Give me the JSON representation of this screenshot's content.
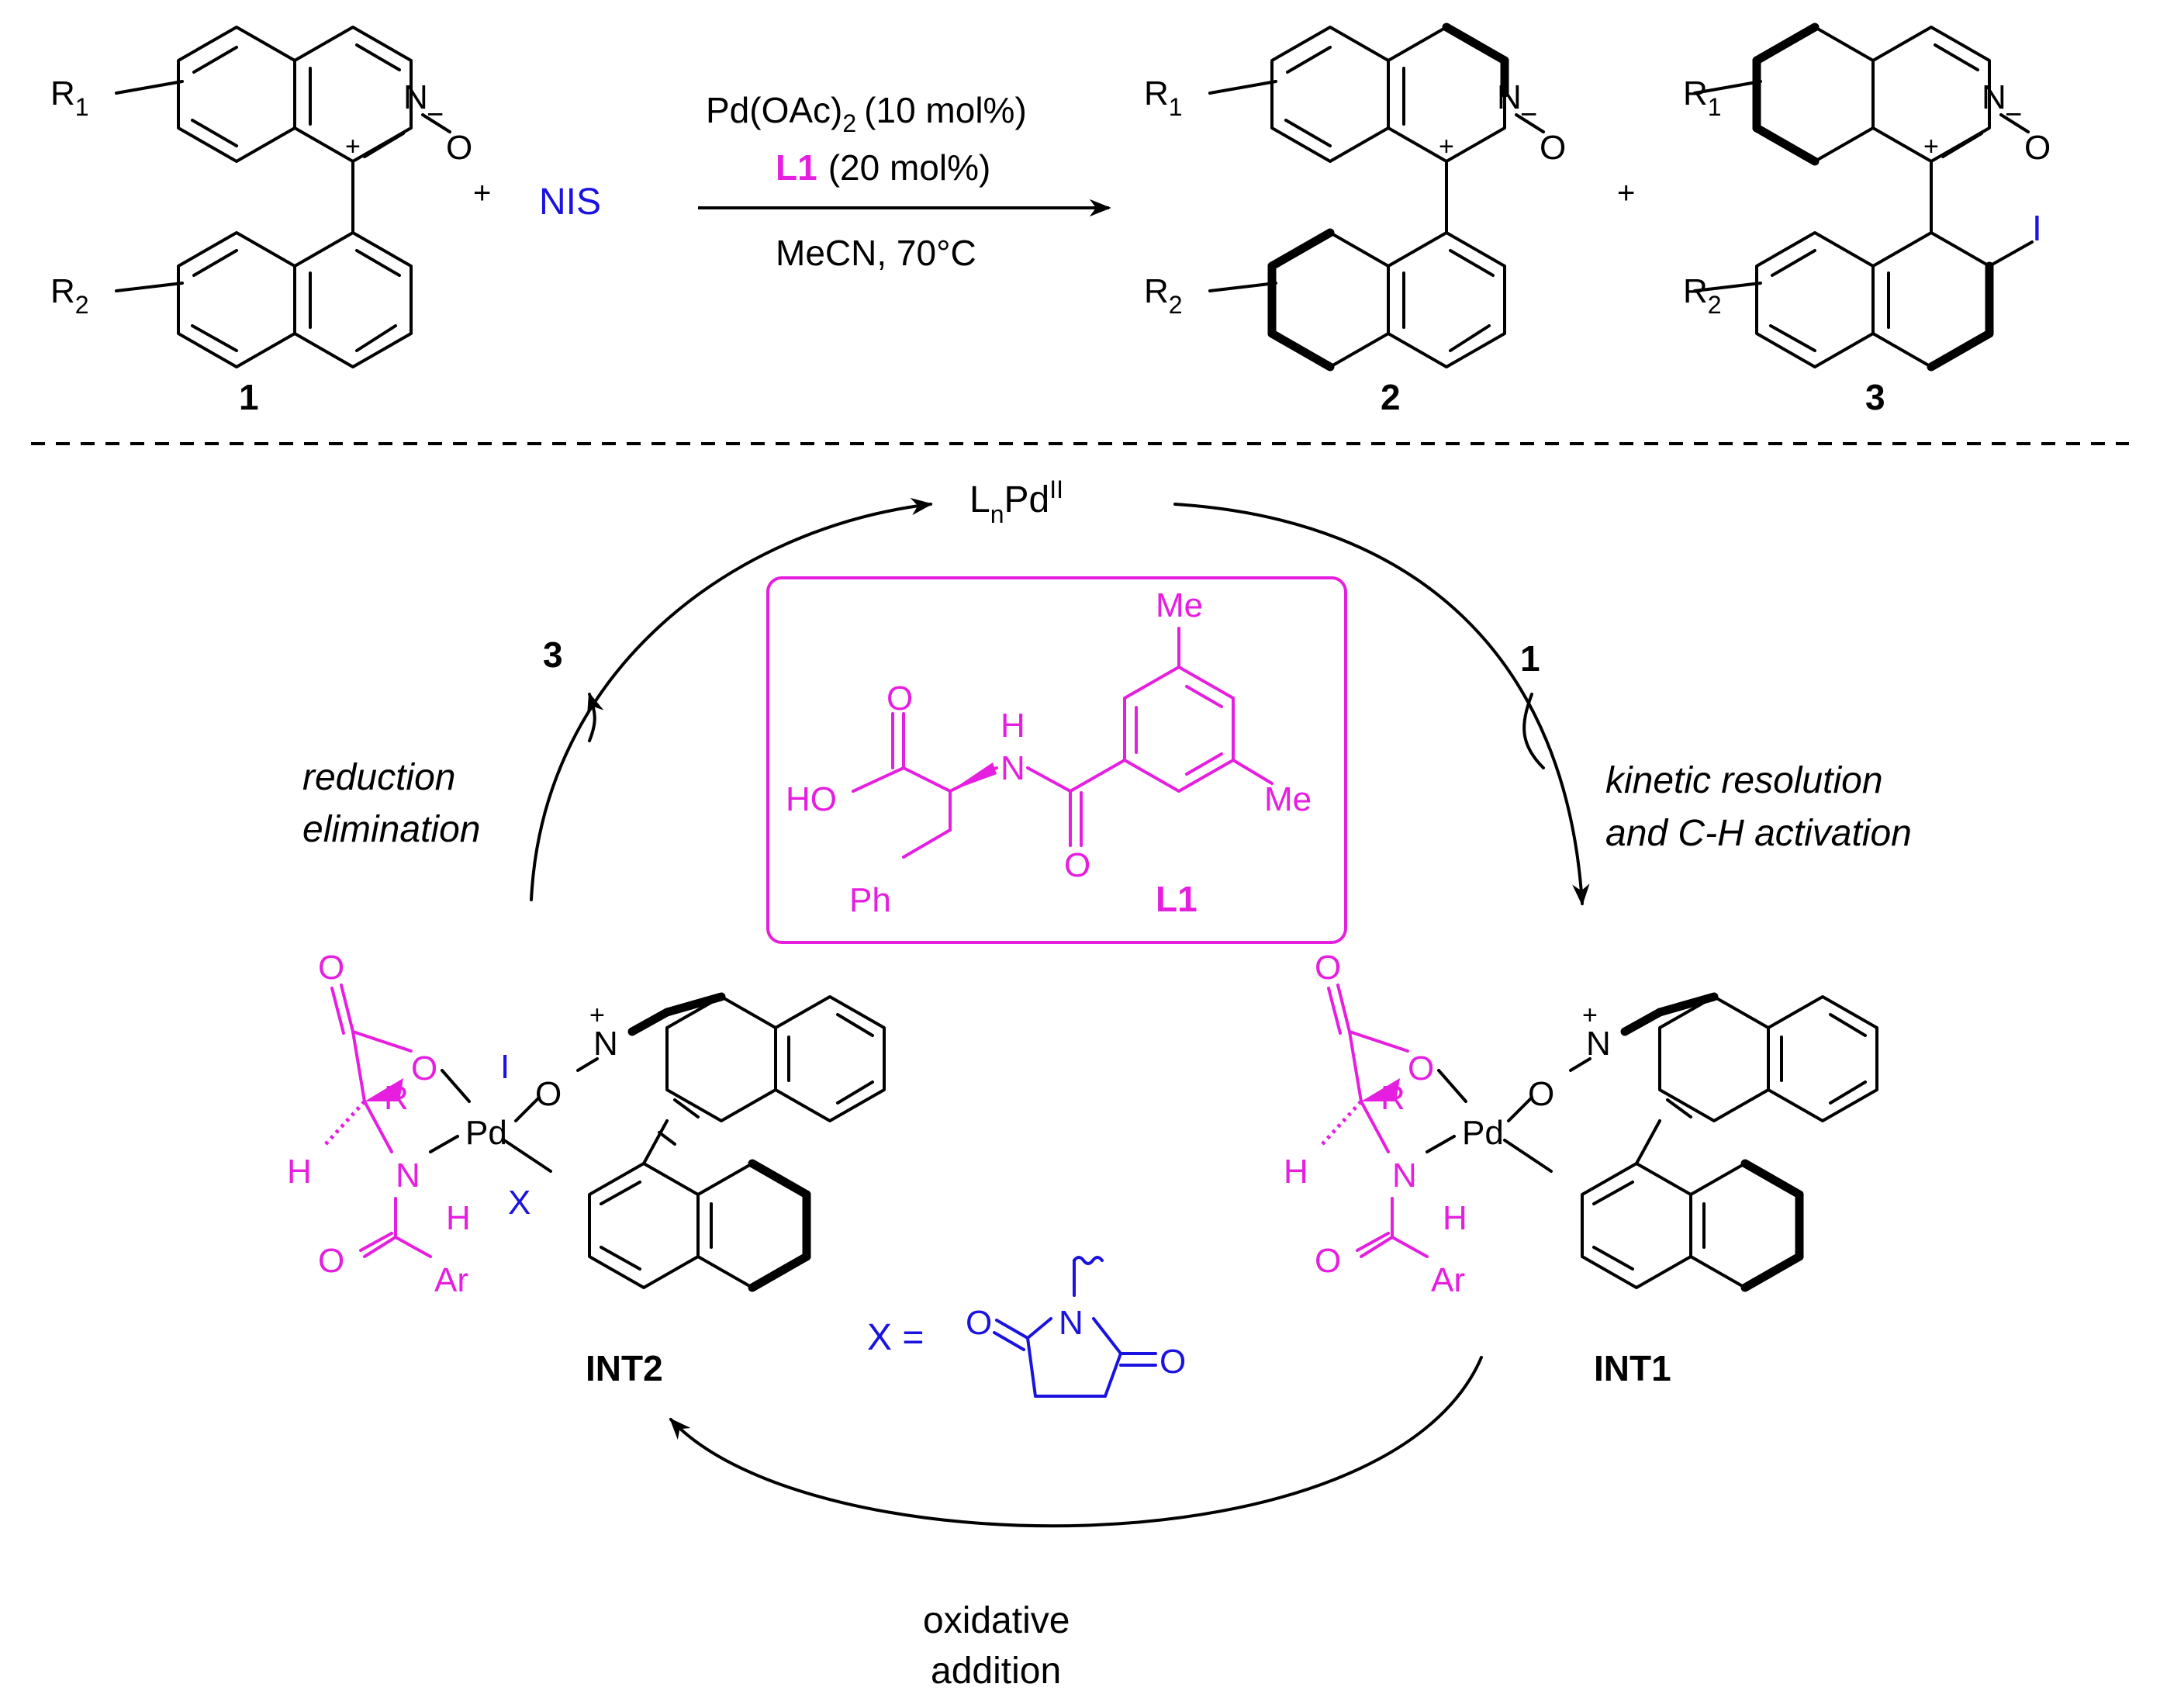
{
  "colors": {
    "text": "#000000",
    "ligand": "#e61ee0",
    "reagent": "#1a12e0",
    "background": "#ffffff"
  },
  "reaction": {
    "substrate_number": "1",
    "product_numbers": [
      "2",
      "3"
    ],
    "plus": "+",
    "reagent": "NIS",
    "catalyst": {
      "base": "Pd(OAc)",
      "subscript": "2",
      "loading": "(10 mol%)"
    },
    "ligand": {
      "name": "L1",
      "loading": "(20 mol%)"
    },
    "conditions": "MeCN, 70°C",
    "iodo_label": "I"
  },
  "substituents": {
    "r1": "R",
    "r1_sub": "1",
    "r2": "R",
    "r2_sub": "2"
  },
  "atoms": {
    "nitrogen": "N",
    "oxygen": "O",
    "plus_charge": "+",
    "minus_charge": "−"
  },
  "cycle": {
    "catalyst": {
      "base": "L",
      "subscript": "n",
      "metal": "Pd",
      "superscript": "II"
    },
    "step_right_input": "1",
    "step_right_label": [
      "kinetic resolution",
      "and C-H activation"
    ],
    "step_left_output": "3",
    "step_left_label": [
      "reduction",
      "elimination"
    ],
    "step_bottom_label": [
      "oxidative",
      "addition"
    ],
    "intermediates": [
      "INT1",
      "INT2"
    ]
  },
  "ligand_box": {
    "label": "L1",
    "groups": {
      "me_top": "Me",
      "me_right": "Me",
      "ho": "HO",
      "o_top": "O",
      "o_bottom": "O",
      "nh_h": "H",
      "nh_n": "N",
      "ph": "Ph"
    }
  },
  "complex": {
    "metal": "Pd",
    "o_chelate": "O",
    "o_link": "O",
    "carbonyl_o": "O",
    "o_amide": "O",
    "r_group": "R",
    "h_alpha": "H",
    "n_amide": "N",
    "h_amide": "H",
    "ar": "Ar",
    "iodide": "I",
    "x_ligand": "X"
  },
  "x_definition": {
    "prefix": "X =",
    "n_atom": "N",
    "o_left": "O",
    "o_right": "O"
  }
}
